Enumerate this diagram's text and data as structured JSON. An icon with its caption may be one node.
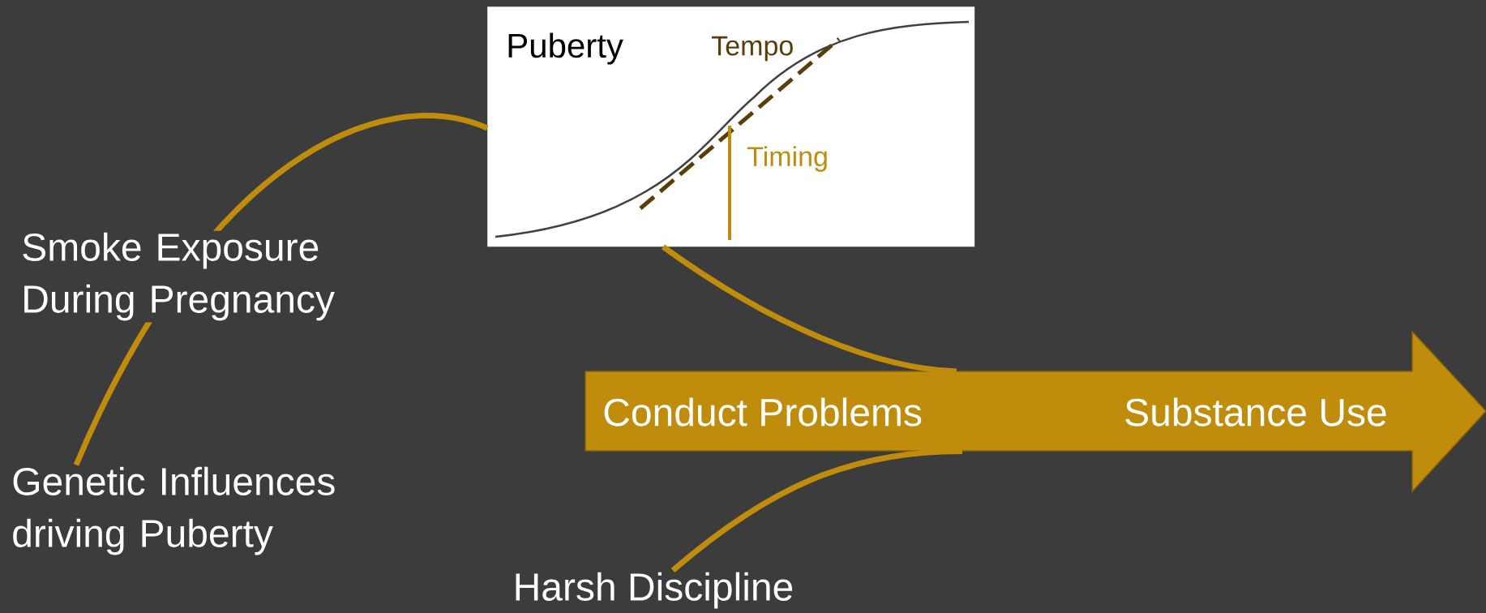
{
  "diagram": {
    "nodes": [
      {
        "text": [
          "Puberty",
          "Tempo",
          "Timing"
        ]
      },
      {
        "text": [
          "Genetic Influences driving Puberty"
        ]
      },
      {
        "text": [
          "Conduct Problems",
          "Substance Use"
        ]
      },
      {
        "text": [
          "Harsh Discipline"
        ]
      }
    ],
    "edges": [
      {
        "from": 1,
        "to": 0,
        "arrow": "none"
      },
      {
        "from": 0,
        "to": 2,
        "arrow": "none"
      },
      {
        "from": 3,
        "to": 2,
        "arrow": "none"
      }
    ],
    "labels": [
      "Smoke Exposure During Pregnancy"
    ]
  }
}
